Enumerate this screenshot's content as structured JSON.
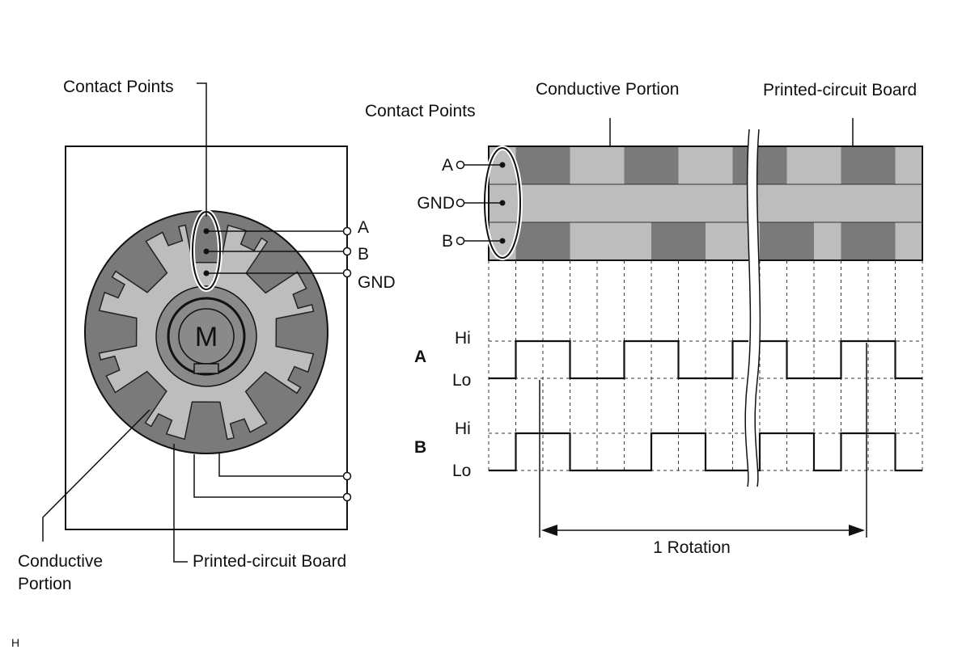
{
  "left_diagram": {
    "contact_points_label": "Contact Points",
    "terminal_a": "A",
    "terminal_b": "B",
    "terminal_gnd": "GND",
    "motor_letter": "M",
    "conductive_portion_label_line1": "Conductive",
    "conductive_portion_label_line2": "Portion",
    "printed_circuit_board_label": "Printed-circuit Board"
  },
  "right_diagram": {
    "contact_points_label": "Contact Points",
    "conductive_portion_label": "Conductive Portion",
    "printed_circuit_board_label": "Printed-circuit Board",
    "row_labels": [
      "A",
      "GND",
      "B"
    ],
    "signal_a_label": "A",
    "signal_b_label": "B",
    "hi_label": "Hi",
    "lo_label": "Lo",
    "rotation_label": "1 Rotation"
  },
  "signals": {
    "A": [
      0,
      1,
      1,
      0,
      0,
      1,
      1,
      0,
      0,
      1,
      1,
      0,
      0,
      1,
      1,
      0
    ],
    "B": [
      0,
      1,
      1,
      0,
      0,
      0,
      1,
      1,
      0,
      0,
      1,
      1,
      0,
      1,
      1,
      0
    ]
  },
  "corner_mark": "H",
  "colors": {
    "dark_segment": "#7a7a7a",
    "light_segment": "#bdbdbd",
    "motor_dark": "#8a8a8a",
    "line": "#111111"
  }
}
